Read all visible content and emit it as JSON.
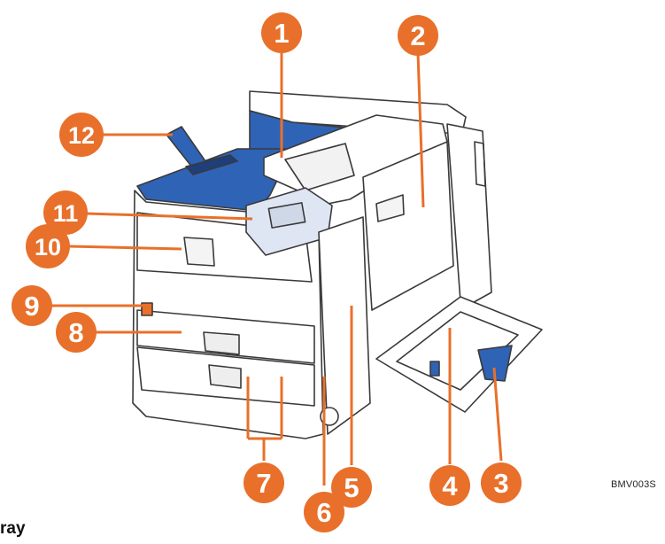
{
  "figure": {
    "image_code": "BMV003S",
    "cut_off_text": "ray"
  },
  "colors": {
    "callout": "#e8702a",
    "accent_blue": "#2f63b5",
    "outline": "#3a3a3a"
  },
  "callouts": [
    {
      "number": "1"
    },
    {
      "number": "2"
    },
    {
      "number": "3"
    },
    {
      "number": "4"
    },
    {
      "number": "5"
    },
    {
      "number": "6"
    },
    {
      "number": "7"
    },
    {
      "number": "8"
    },
    {
      "number": "9"
    },
    {
      "number": "10"
    },
    {
      "number": "11"
    },
    {
      "number": "12"
    }
  ]
}
